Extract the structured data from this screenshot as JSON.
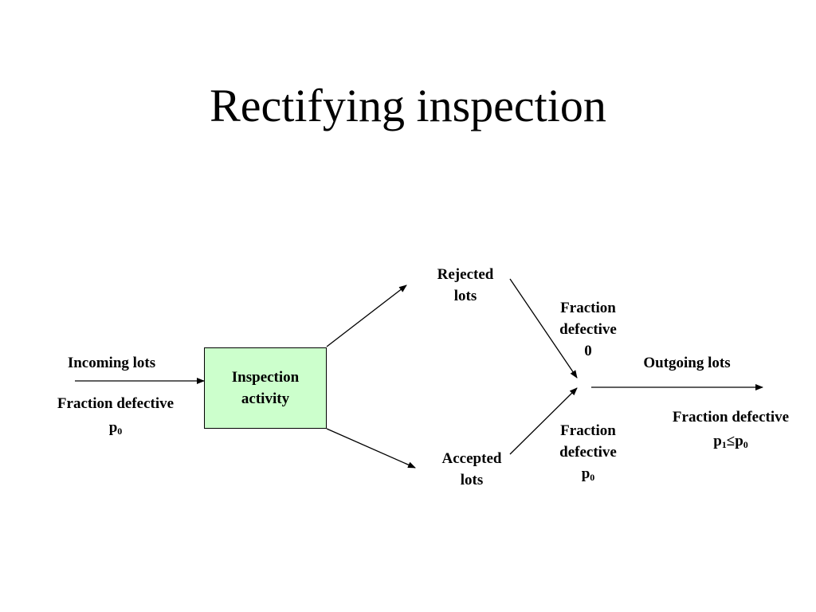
{
  "title": "Rectifying inspection",
  "box": {
    "line1": "Inspection",
    "line2": "activity",
    "fill": "#ccffcc"
  },
  "incoming": {
    "label": "Incoming lots",
    "fraction_label": "Fraction defective",
    "fraction_symbol": "p",
    "fraction_sub": "0"
  },
  "rejected": {
    "line1": "Rejected",
    "line2": "lots"
  },
  "accepted": {
    "line1": "Accepted",
    "line2": "lots"
  },
  "rejected_fraction": {
    "line1": "Fraction",
    "line2": "defective",
    "line3": "0"
  },
  "accepted_fraction": {
    "line1": "Fraction",
    "line2": "defective",
    "symbol": "p",
    "sub": "0"
  },
  "outgoing": {
    "label": "Outgoing lots",
    "fraction_label": "Fraction defective",
    "p1_symbol": "p",
    "p1_sub": "1",
    "relation": "≤",
    "p0_symbol": "p",
    "p0_sub": "0"
  }
}
